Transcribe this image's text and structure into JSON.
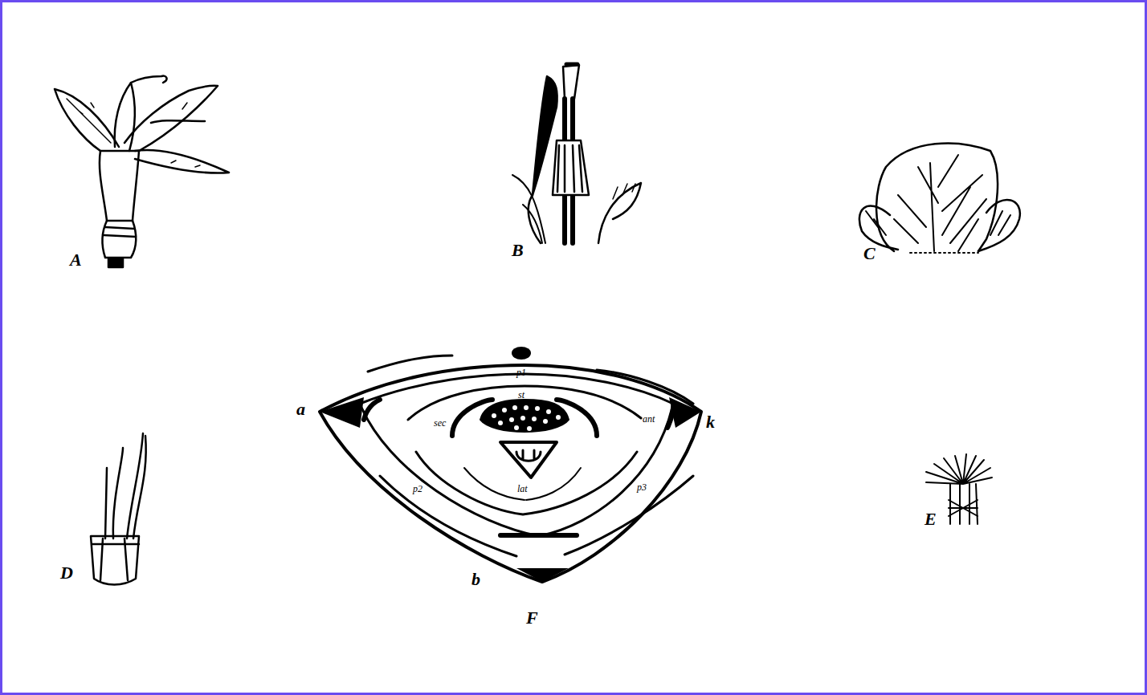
{
  "diagram": {
    "labels": [
      "A",
      "B",
      "C",
      "D",
      "E",
      "F",
      "p1",
      "st",
      "sec",
      "ant",
      "p2",
      "lat",
      "p3",
      "a",
      "k",
      "b"
    ]
  }
}
